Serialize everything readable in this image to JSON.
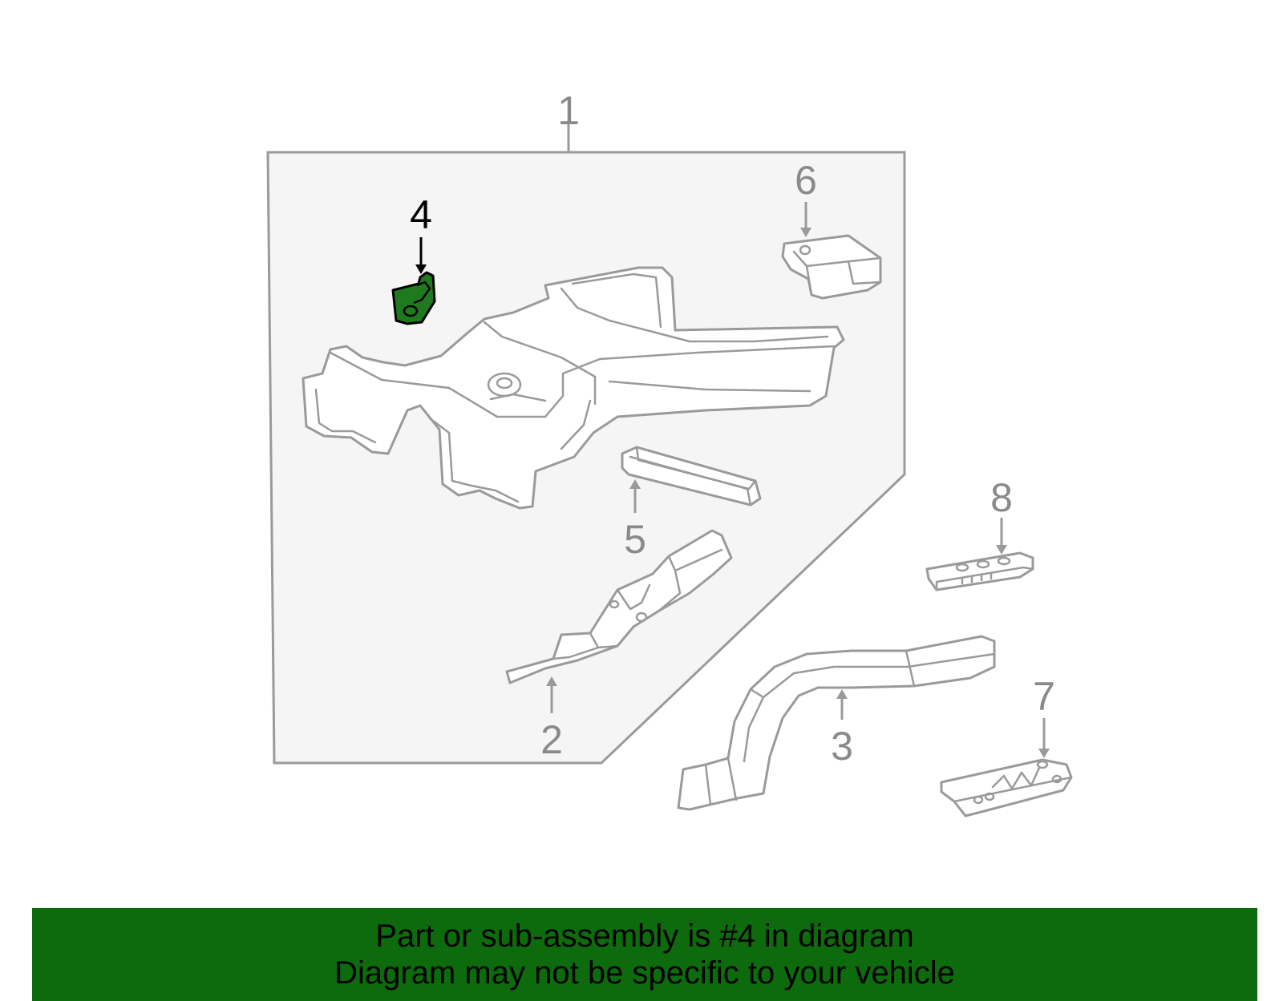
{
  "diagram": {
    "callouts": [
      {
        "label": "1",
        "highlighted": false
      },
      {
        "label": "2",
        "highlighted": false
      },
      {
        "label": "3",
        "highlighted": false
      },
      {
        "label": "4",
        "highlighted": true
      },
      {
        "label": "5",
        "highlighted": false
      },
      {
        "label": "6",
        "highlighted": false
      },
      {
        "label": "7",
        "highlighted": false
      },
      {
        "label": "8",
        "highlighted": false
      }
    ],
    "colors": {
      "highlight_fill": "#1f7a1f",
      "line": "#9a9a9a",
      "assembly_panel": "#f5f5f5",
      "banner": "#0d6b0d"
    }
  },
  "banner": {
    "line1": "Part or sub-assembly is #4 in diagram",
    "line2": "Diagram may not be specific to your vehicle"
  }
}
